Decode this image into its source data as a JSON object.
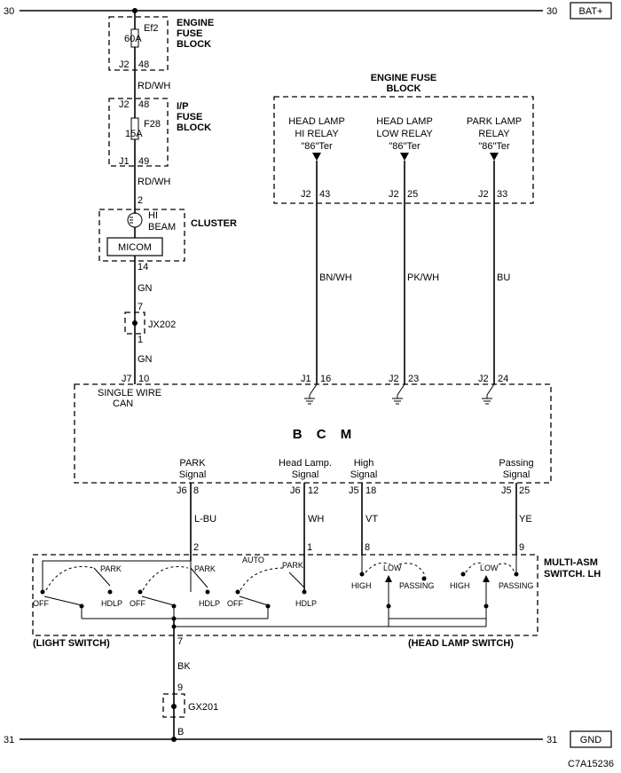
{
  "rails": {
    "top_left": "30",
    "top_right": "30",
    "top_label": "BAT+",
    "bottom_left": "31",
    "bottom_right": "31",
    "bottom_label": "GND"
  },
  "engine_fuse_top": {
    "rating": "60A",
    "fuse": "Ef2",
    "title": [
      "ENGINE",
      "FUSE",
      "BLOCK"
    ],
    "conn": "J2",
    "pin": "48"
  },
  "wire_rdwh_1": "RD/WH",
  "ip_fuse": {
    "conn_top": "J2",
    "pin_top": "48",
    "rating": "15A",
    "fuse": "F28",
    "title": [
      "I/P",
      "FUSE",
      "BLOCK"
    ],
    "conn_bot": "J1",
    "pin_bot": "49"
  },
  "wire_rdwh_2": "RD/WH",
  "cluster": {
    "pin_in": "2",
    "lamp": [
      "HI",
      "BEAM"
    ],
    "title": "CLUSTER",
    "micom": "MICOM",
    "pin_out": "14"
  },
  "wire_gn_1": "GN",
  "jx202": {
    "pin_top": "7",
    "name": "JX202",
    "pin_bot": "1"
  },
  "wire_gn_2": "GN",
  "engine_fuse_right": {
    "title": [
      "ENGINE FUSE",
      "BLOCK"
    ],
    "relays": [
      {
        "lines": [
          "HEAD LAMP",
          "HI RELAY",
          "\"86\"Ter"
        ],
        "conn": "J2",
        "pin": "43",
        "wire": "BN/WH",
        "bcm_conn": "J1",
        "bcm_pin": "16"
      },
      {
        "lines": [
          "HEAD LAMP",
          "LOW RELAY",
          "\"86\"Ter"
        ],
        "conn": "J2",
        "pin": "25",
        "wire": "PK/WH",
        "bcm_conn": "J2",
        "bcm_pin": "23"
      },
      {
        "lines": [
          "PARK LAMP",
          "RELAY",
          "\"86\"Ter"
        ],
        "conn": "J2",
        "pin": "33",
        "wire": "BU",
        "bcm_conn": "J2",
        "bcm_pin": "24"
      }
    ]
  },
  "bcm": {
    "title": "B C M",
    "can_conn": "J7",
    "can_pin": "10",
    "can_label": [
      "SINGLE WIRE",
      "CAN"
    ],
    "signals": [
      {
        "lines": [
          "PARK",
          "Signal"
        ],
        "conn": "J6",
        "pin": "8",
        "wire": "L-BU",
        "sw_pin": "2"
      },
      {
        "lines": [
          "Head Lamp.",
          "Signal"
        ],
        "conn": "J6",
        "pin": "12",
        "wire": "WH",
        "sw_pin": "1"
      },
      {
        "lines": [
          "High",
          "Signal"
        ],
        "conn": "J5",
        "pin": "18",
        "wire": "VT",
        "sw_pin": "8"
      },
      {
        "lines": [
          "Passing",
          "Signal"
        ],
        "conn": "J5",
        "pin": "25",
        "wire": "YE",
        "sw_pin": "9"
      }
    ]
  },
  "switch": {
    "title": [
      "MULTI-ASM",
      "SWITCH. LH"
    ],
    "light_label": "(LIGHT SWITCH)",
    "head_label": "(HEAD LAMP SWITCH)",
    "off": "OFF",
    "park": "PARK",
    "hdlp": "HDLP",
    "auto": "AUTO",
    "high": "HIGH",
    "low": "LOW",
    "passing": "PASSING",
    "gnd_pin": "7"
  },
  "wire_bk": "BK",
  "gx201": {
    "pin_top": "9",
    "name": "GX201",
    "pin_bot": "B"
  },
  "diagram_id": "C7A15236"
}
